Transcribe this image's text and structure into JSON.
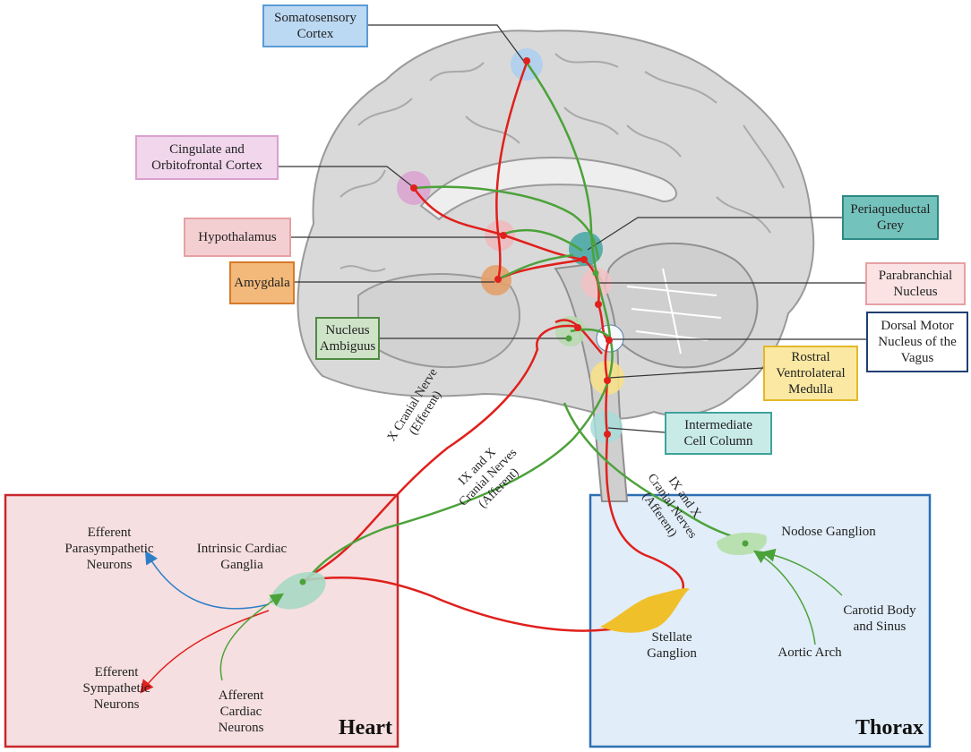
{
  "labels": {
    "somatosensory": [
      "Somatosensory",
      "Cortex"
    ],
    "cingulate": [
      "Cingulate and",
      "Orbitofrontal Cortex"
    ],
    "hypothalamus": [
      "Hypothalamus"
    ],
    "amygdala": [
      "Amygdala"
    ],
    "nucleus_ambiguus": [
      "Nucleus",
      "Ambiguus"
    ],
    "periaqueductal": [
      "Periaqueductal",
      "Grey"
    ],
    "parabranchial": [
      "Parabranchial",
      "Nucleus"
    ],
    "dorsal_motor": [
      "Dorsal Motor",
      "Nucleus of the",
      "Vagus"
    ],
    "rostral": [
      "Rostral",
      "Ventrolateral",
      "Medulla"
    ],
    "intermediate": [
      "Intermediate",
      "Cell Column"
    ]
  },
  "nerves": {
    "x_efferent": [
      "X Cranial Nerve",
      "(Efferent)"
    ],
    "ix_x_afferent_left": [
      "IX and X",
      "Cranial Nerves",
      "(Afferent)"
    ],
    "ix_x_afferent_right": [
      "IX and X",
      "Cranial Nerves",
      "(Afferent)"
    ]
  },
  "heart": {
    "title": "Heart",
    "efferent_para": [
      "Efferent",
      "Parasympathetic",
      "Neurons"
    ],
    "intrinsic": [
      "Intrinsic Cardiac",
      "Ganglia"
    ],
    "efferent_symp": [
      "Efferent",
      "Sympathetic",
      "Neurons"
    ],
    "afferent": [
      "Afferent",
      "Cardiac",
      "Neurons"
    ]
  },
  "thorax": {
    "title": "Thorax",
    "nodose": "Nodose Ganglion",
    "carotid": [
      "Carotid Body",
      "and Sinus"
    ],
    "stellate": [
      "Stellate",
      "Ganglion"
    ],
    "aortic": "Aortic Arch"
  },
  "colors": {
    "efferent_path": "#e0201c",
    "afferent_path": "#4ca23a",
    "parasympathetic_arrow": "#2f7fc6",
    "heart_panel_bg": "#f6dfe1",
    "heart_panel_border": "#c8282c",
    "thorax_panel_bg": "#e1edf8",
    "thorax_panel_border": "#2d6fb3"
  }
}
